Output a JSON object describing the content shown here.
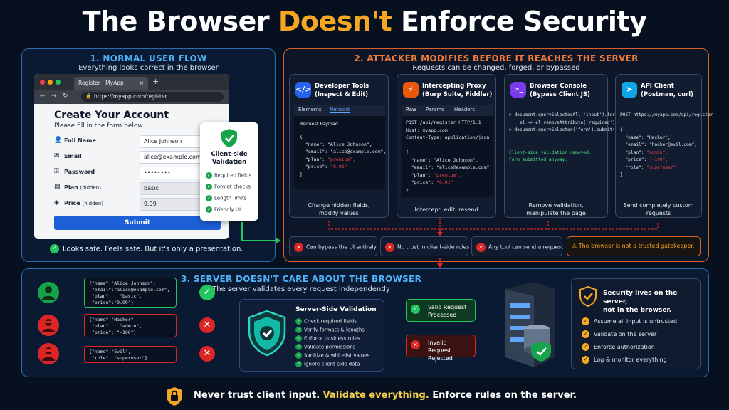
{
  "title": {
    "part1": "The Browser ",
    "highlight": "Doesn't",
    "part2": " Enforce Security"
  },
  "panel1": {
    "title": "1. NORMAL USER FLOW",
    "subtitle": "Everything looks correct in the browser",
    "browser": {
      "tab_label": "Register | MyApp",
      "tab_plus": "+",
      "url": "https://myapp.com/register",
      "form_title": "Create Your Account",
      "form_subtitle": "Please fill in the form below",
      "fields": [
        {
          "label": "Full Name",
          "note": "",
          "value": "Alice Johnson",
          "icon": "user-icon"
        },
        {
          "label": "Email",
          "note": "",
          "value": "alice@example.com",
          "icon": "mail-icon"
        },
        {
          "label": "Password",
          "note": "",
          "value": "••••••••",
          "icon": "key-icon"
        },
        {
          "label": "Plan",
          "note": "(hidden)",
          "value": "basic",
          "icon": "plan-icon"
        },
        {
          "label": "Price",
          "note": "(hidden)",
          "value": "9.99",
          "icon": "tag-icon"
        }
      ],
      "submit_label": "Submit"
    },
    "validation_card": {
      "title_line1": "Client-side",
      "title_line2": "Validation",
      "items": [
        "Required fields",
        "Format checks",
        "Length limits",
        "Friendly UI"
      ]
    },
    "footer_note": "Looks safe. Feels safe. But it's only a presentation."
  },
  "panel2": {
    "title": "2. ATTACKER MODIFIES BEFORE IT REACHES THE SERVER",
    "subtitle": "Requests can be changed, forged, or bypassed",
    "tools": [
      {
        "title_line1": "Developer Tools",
        "title_line2": "(Inspect & Edit)",
        "icon": "</>",
        "icon_color": "#2563eb",
        "tabs": [
          "Elements",
          "Network"
        ],
        "caption_line1": "Change hidden fields,",
        "caption_line2": "modify values"
      },
      {
        "title_line1": "Intercepting Proxy",
        "title_line2": "(Burp Suite, Fiddler)",
        "icon": "⚡",
        "icon_color": "#ea580c",
        "tabs": [
          "Raw",
          "Params",
          "Headers"
        ],
        "caption_line1": "Intercept, edit, resend",
        "caption_line2": ""
      },
      {
        "title_line1": "Browser Console",
        "title_line2": "(Bypass Client JS)",
        "icon": ">_",
        "icon_color": "#7c3aed",
        "tabs": [],
        "caption_line1": "Remove validation,",
        "caption_line2": "manipulate the page"
      },
      {
        "title_line1": "API Client",
        "title_line2": "(Postman, curl)",
        "icon": "➤",
        "icon_color": "#0ea5e9",
        "tabs": [],
        "caption_line1": "Send completely custom",
        "caption_line2": "requests"
      }
    ],
    "devtools_code": {
      "heading": "Request Payload",
      "open": "{",
      "name": "  \"name\": \"Alice Johnson\",",
      "email": "  \"email\": \"alice@example.com\",",
      "plan_key": "  \"plan\": ",
      "plan_val": "\"premium\",",
      "price_key": "  \"price\": ",
      "price_val": "\"0.01\"",
      "close": "}"
    },
    "proxy_code": {
      "line1": "POST /api/register HTTP/1.1",
      "line2": "Host: myapp.com",
      "line3": "Content-Type: application/json",
      "open": "{",
      "name": "  \"name\": \"Alice Johnson\",",
      "email": "  \"email\": \"alice@example.com\",",
      "plan_key": "  \"plan\": ",
      "plan_val": "\"premium\",",
      "price_key": "  \"price\": ",
      "price_val": "\"0.01\"",
      "close": "}"
    },
    "console_code": {
      "line1": "> document.querySelectorAll('input').forEach(",
      "line2": "    el => el.removeAttribute('required'))",
      "line3": "> document.querySelector('form').submit()",
      "ok1": "Client-side validation removed.",
      "ok2": "Form submitted anyway."
    },
    "api_code": {
      "line1": "POST https://myapp.com/api/register",
      "open": "{",
      "name": "  \"name\": \"Hacker\",",
      "email": "  \"email\": \"hacker@evil.com\",",
      "plan_key": "  \"plan\": ",
      "plan_val": "\"admin\",",
      "price_key": "  \"price\": ",
      "price_val": "\"-100\",",
      "role_key": "  \"role\": ",
      "role_val": "\"superuser\"",
      "close": "}"
    },
    "risks": [
      "Can bypass the UI entirely",
      "No trust in client-side rules",
      "Any tool can send a request"
    ],
    "warning": "The browser is not a trusted gatekeeper."
  },
  "panel3": {
    "title": "3. SERVER DOESN'T CARE ABOUT THE BROWSER",
    "subtitle": "The server validates every request independently",
    "requests": [
      {
        "lines": [
          "{\"name\":\"Alice Johnson\",",
          " \"email\":\"alice@example.com\",",
          " \"plan\":   \"basic\",",
          " \"price\":\"9.99\"}"
        ],
        "ok": true
      },
      {
        "lines": [
          "{\"name\":\"Hacker\",",
          " \"plan\":   \"admin\",",
          " \"price\": \"-100\"}"
        ],
        "ok": false
      },
      {
        "lines": [
          "{\"name\":\"Evil\",",
          " \"role\": \"superuser\"}"
        ],
        "ok": false
      }
    ],
    "server_validation": {
      "title": "Server-Side Validation",
      "items": [
        "Check required fields",
        "Verify formats & lengths",
        "Enforce business rules",
        "Validate permissions",
        "Sanitize & whitelist values",
        "Ignore client-side data"
      ]
    },
    "valid_result": {
      "line1": "Valid Request",
      "line2": "Processed"
    },
    "invalid_result": {
      "line1": "Invalid Request",
      "line2": "Rejected"
    },
    "security": {
      "heading_line1": "Security lives on the server,",
      "heading_line2": "not in the browser.",
      "items": [
        "Assume all input is untrusted",
        "Validate on the server",
        "Enforce authorization",
        "Log & monitor everything"
      ]
    }
  },
  "footer": {
    "part1": "Never trust client input. ",
    "highlight": "Validate everything.",
    "part2": " Enforce rules on the server."
  },
  "colors": {
    "accent_orange": "#f5a623",
    "attacker_border": "#d9622b",
    "normal_border": "#2b6cb0",
    "ok_green": "#22c55e",
    "bad_red": "#dc2626"
  }
}
